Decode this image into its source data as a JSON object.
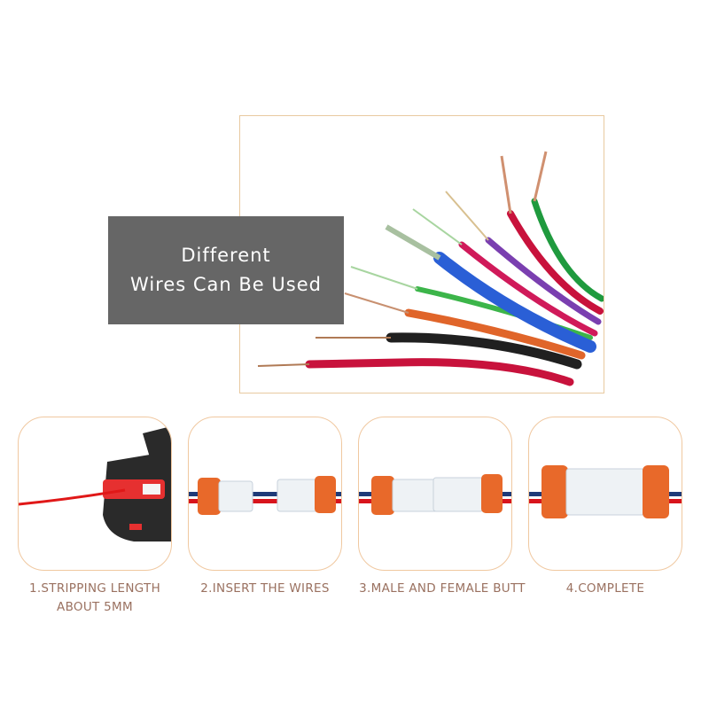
{
  "hero": {
    "label_line1": "Different",
    "label_line2": "Wires Can Be Used",
    "wire_colors": [
      "#c8123c",
      "#d01a5a",
      "#7a3fb0",
      "#2a5fd6",
      "#1f9a3e",
      "#e0652a",
      "#202020",
      "#3cb54a"
    ]
  },
  "steps": [
    {
      "caption_line1": "1.STRIPPING LENGTH",
      "caption_line2": "ABOUT 5MM",
      "icon": "wire-stripper-icon"
    },
    {
      "caption_line1": "2.INSERT THE WIRES",
      "caption_line2": "",
      "icon": "connector-separated-icon"
    },
    {
      "caption_line1": "3.MALE AND FEMALE BUTT",
      "caption_line2": "",
      "icon": "connector-joining-icon"
    },
    {
      "caption_line1": "4.COMPLETE",
      "caption_line2": "",
      "icon": "connector-complete-icon"
    }
  ],
  "colors": {
    "accent_border": "#f0c8a0",
    "caption": "#9a7160",
    "label_bg": "#666666",
    "connector_orange": "#e8692a"
  }
}
